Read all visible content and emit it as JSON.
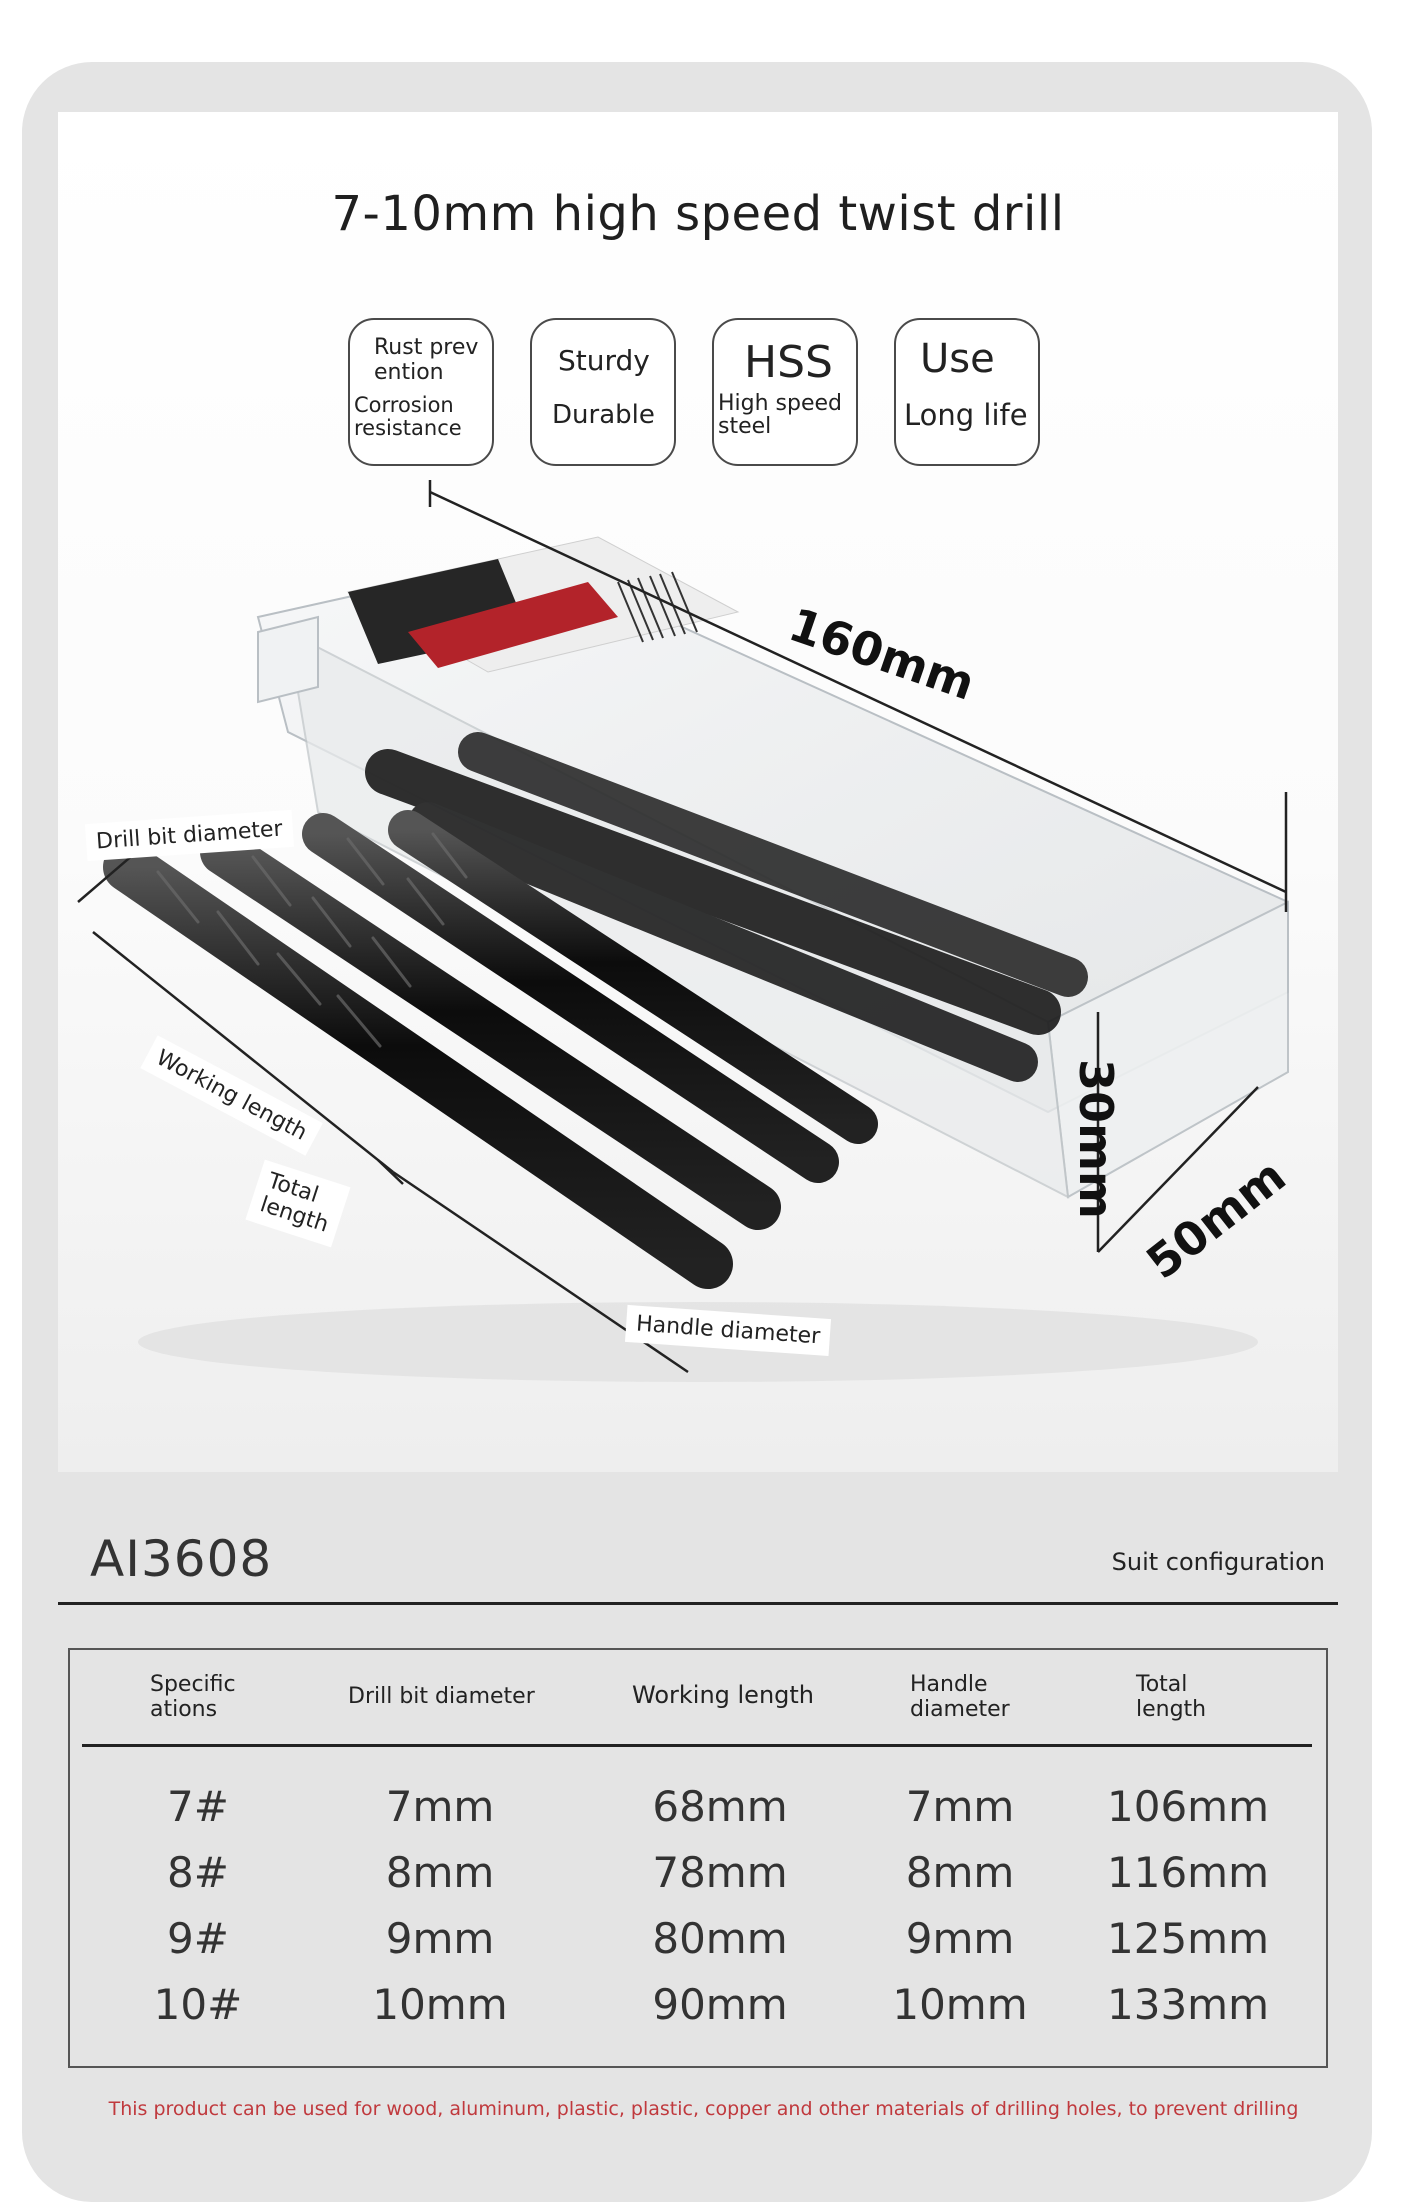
{
  "title": "7-10mm high speed twist drill",
  "badges": [
    {
      "line1": "Rust prev",
      "line2": "ention",
      "line3": "Corrosion",
      "line4": "resistance"
    },
    {
      "line1": "Sturdy",
      "line2": "Durable"
    },
    {
      "line1": "HSS",
      "line2": "High speed",
      "line3": "steel"
    },
    {
      "line1": "Use",
      "line2": "Long life"
    }
  ],
  "dimensions": {
    "length": "160mm",
    "height": "30mm",
    "width": "50mm"
  },
  "callouts": {
    "bit_diameter": "Drill bit diameter",
    "working_length": "Working length",
    "total_length_1": "Total",
    "total_length_2": "length",
    "handle_diameter": "Handle diameter"
  },
  "model": "AI3608",
  "suit_label": "Suit configuration",
  "table": {
    "headers": [
      {
        "l1": "Specific",
        "l2": "ations"
      },
      {
        "l1": "Drill bit diameter",
        "l2": ""
      },
      {
        "l1": "Working length",
        "l2": ""
      },
      {
        "l1": "Handle",
        "l2": "diameter"
      },
      {
        "l1": "Total",
        "l2": "length"
      }
    ],
    "rows": [
      [
        "7#",
        "7mm",
        "68mm",
        "7mm",
        "106mm"
      ],
      [
        "8#",
        "8mm",
        "78mm",
        "8mm",
        "116mm"
      ],
      [
        "9#",
        "9mm",
        "80mm",
        "9mm",
        "125mm"
      ],
      [
        "10#",
        "10mm",
        "90mm",
        "10mm",
        "133mm"
      ]
    ]
  },
  "note": "This product can be used for wood, aluminum, plastic, plastic, copper and other materials of drilling holes, to prevent drilling",
  "colors": {
    "note": "#c0393d",
    "card": "#e4e4e4"
  }
}
